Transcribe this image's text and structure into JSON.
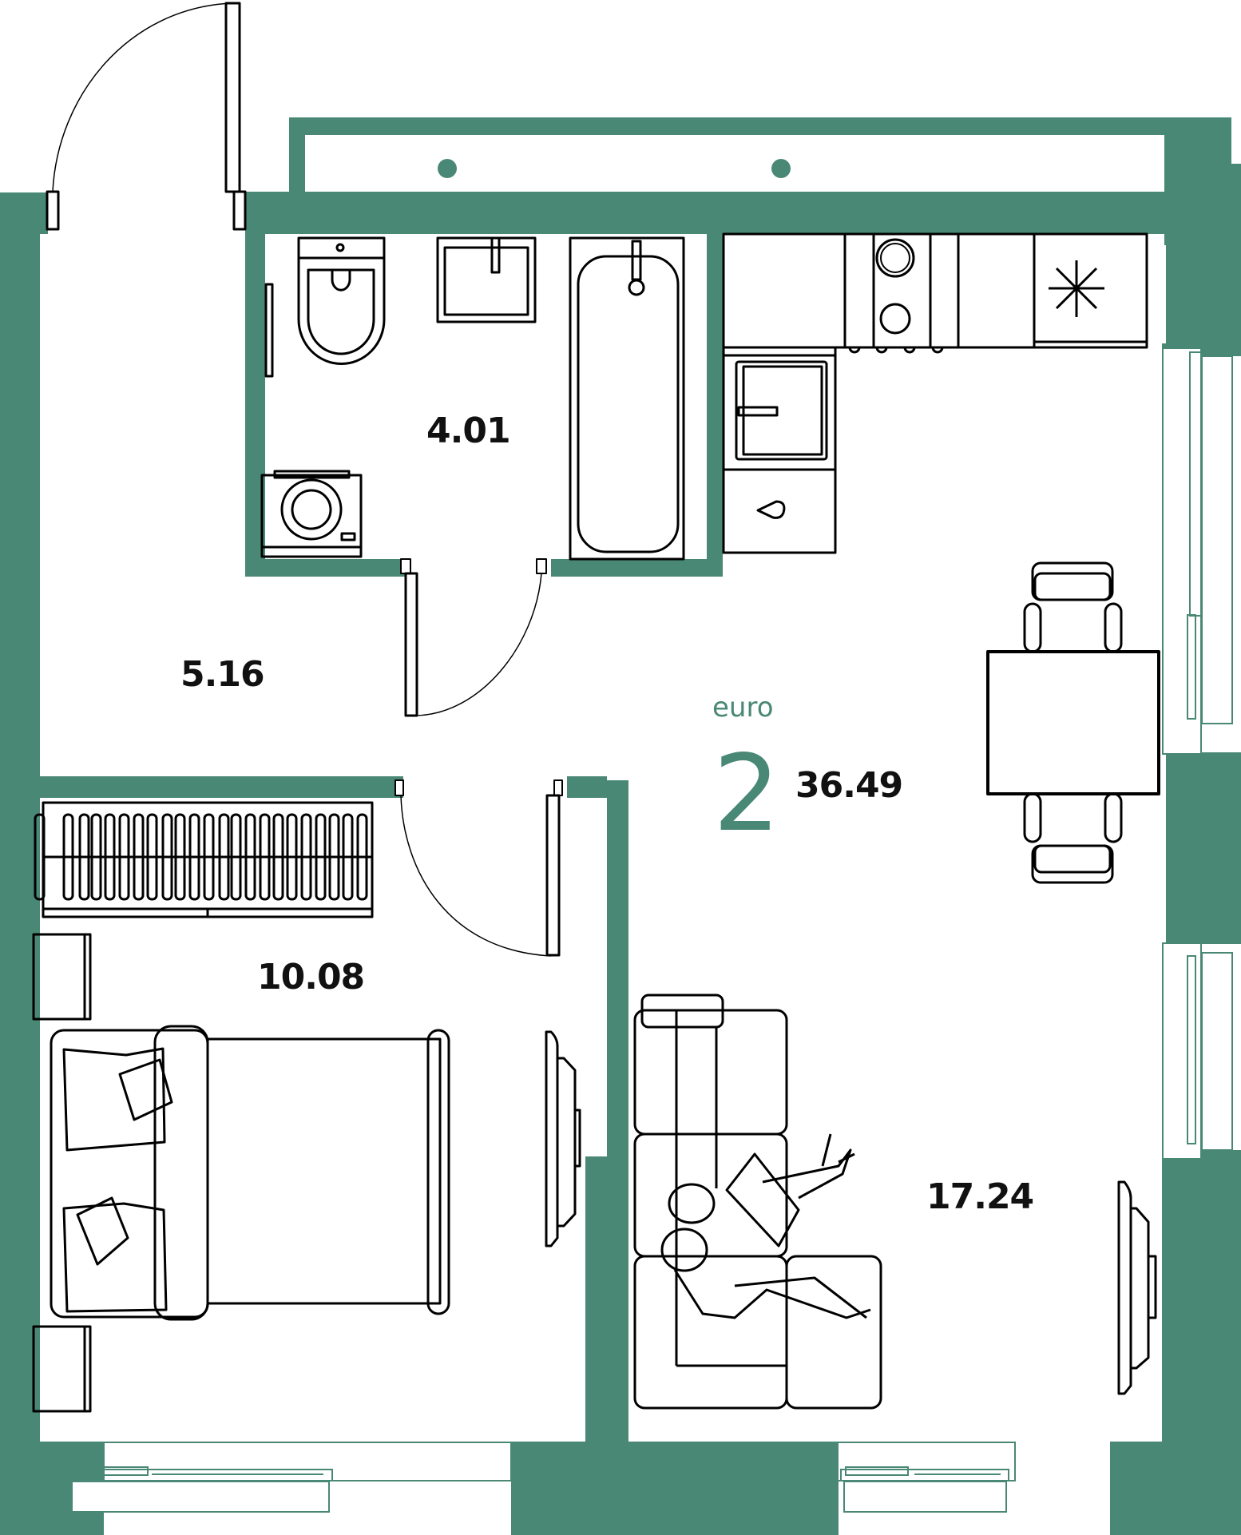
{
  "plan": {
    "layout_type": "euro",
    "rooms_count": "2",
    "total_area": "36.49",
    "wall_color": "#4a8876",
    "line_color": "#000000",
    "rooms": [
      {
        "name": "bathroom",
        "area": "4.01"
      },
      {
        "name": "hallway",
        "area": "5.16"
      },
      {
        "name": "bedroom",
        "area": "10.08"
      },
      {
        "name": "kitchen-living",
        "area": "17.24"
      }
    ]
  },
  "icons": {
    "fridge": "snowflake-icon",
    "stove": "stove-icon",
    "sink": "sink-icon",
    "toilet": "toilet-icon",
    "bathtub": "bathtub-icon",
    "washing_machine": "washing-machine-icon"
  }
}
